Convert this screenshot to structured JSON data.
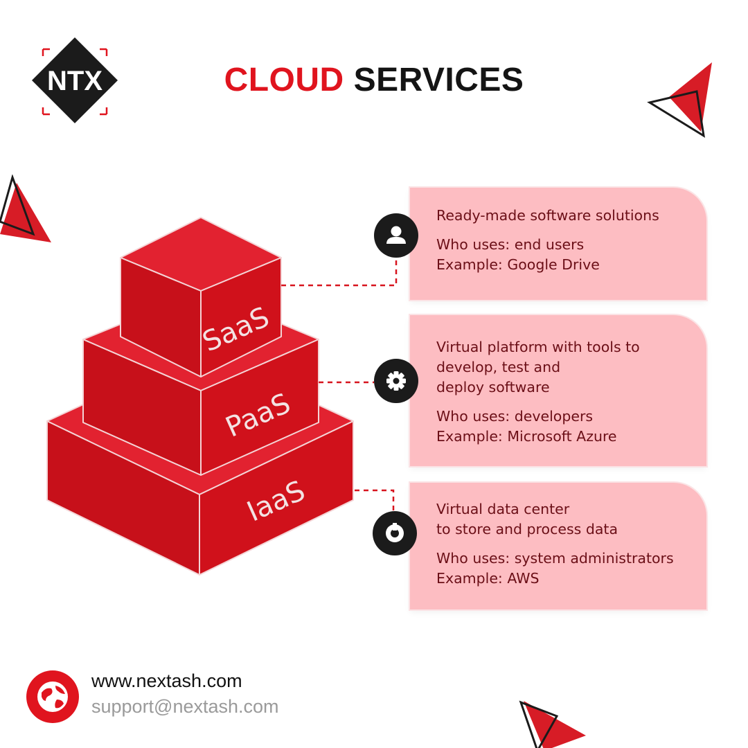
{
  "brand": {
    "logo_text": "NTX"
  },
  "header": {
    "title_highlight": "CLOUD",
    "title_rest": "SERVICES"
  },
  "pyramid": {
    "tiers": [
      {
        "label": "SaaS"
      },
      {
        "label": "PaaS"
      },
      {
        "label": "IaaS"
      }
    ]
  },
  "cards": [
    {
      "icon": "user-icon",
      "description": [
        "Ready-made software solutions"
      ],
      "who": "Who uses: end users",
      "example": "Example: Google Drive"
    },
    {
      "icon": "gear-icon",
      "description": [
        "Virtual platform with tools to",
        "develop, test and",
        "deploy software"
      ],
      "who": "Who uses: developers",
      "example": "Example: Microsoft Azure"
    },
    {
      "icon": "power-icon",
      "description": [
        "Virtual data center",
        "to store and process data"
      ],
      "who": "Who uses: system administrators",
      "example": "Example: AWS"
    }
  ],
  "footer": {
    "icon": "globe-icon",
    "website": "www.nextash.com",
    "email": "support@nextash.com"
  },
  "colors": {
    "accent": "#e0141e",
    "box_red": "#d0111b",
    "card_pink": "#fdbdc2",
    "dark": "#1b1b1b"
  }
}
